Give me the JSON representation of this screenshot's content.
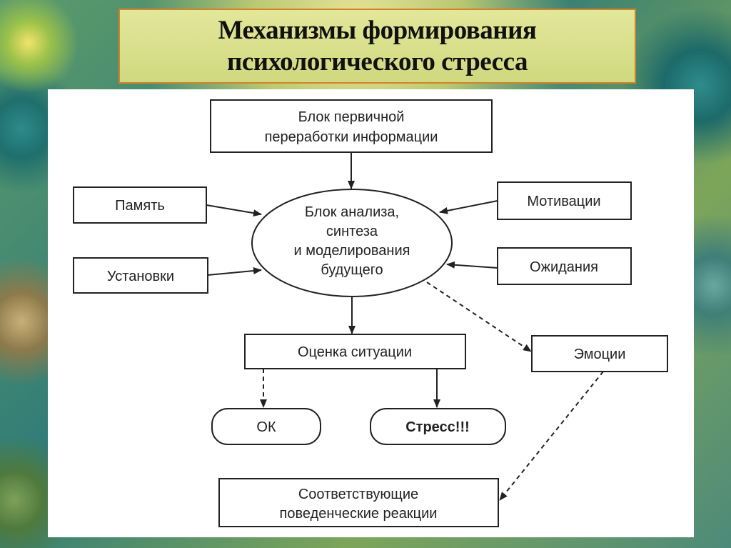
{
  "title": {
    "line1": "Механизмы формирования",
    "line2": "психологического стресса"
  },
  "diagram": {
    "primary": {
      "line1": "Блок первичной",
      "line2": "переработки информации"
    },
    "memory": "Память",
    "attitudes": "Установки",
    "analysis": {
      "line1": "Блок анализа,",
      "line2": "синтеза",
      "line3": "и моделирования",
      "line4": "будущего"
    },
    "motivation": "Мотивации",
    "expectations": "Ожидания",
    "assessment": "Оценка ситуации",
    "emotions": "Эмоции",
    "ok": "ОК",
    "stress": "Стресс!!!",
    "reactions": {
      "line1": "Соответствующие",
      "line2": "поведенческие реакции"
    }
  }
}
